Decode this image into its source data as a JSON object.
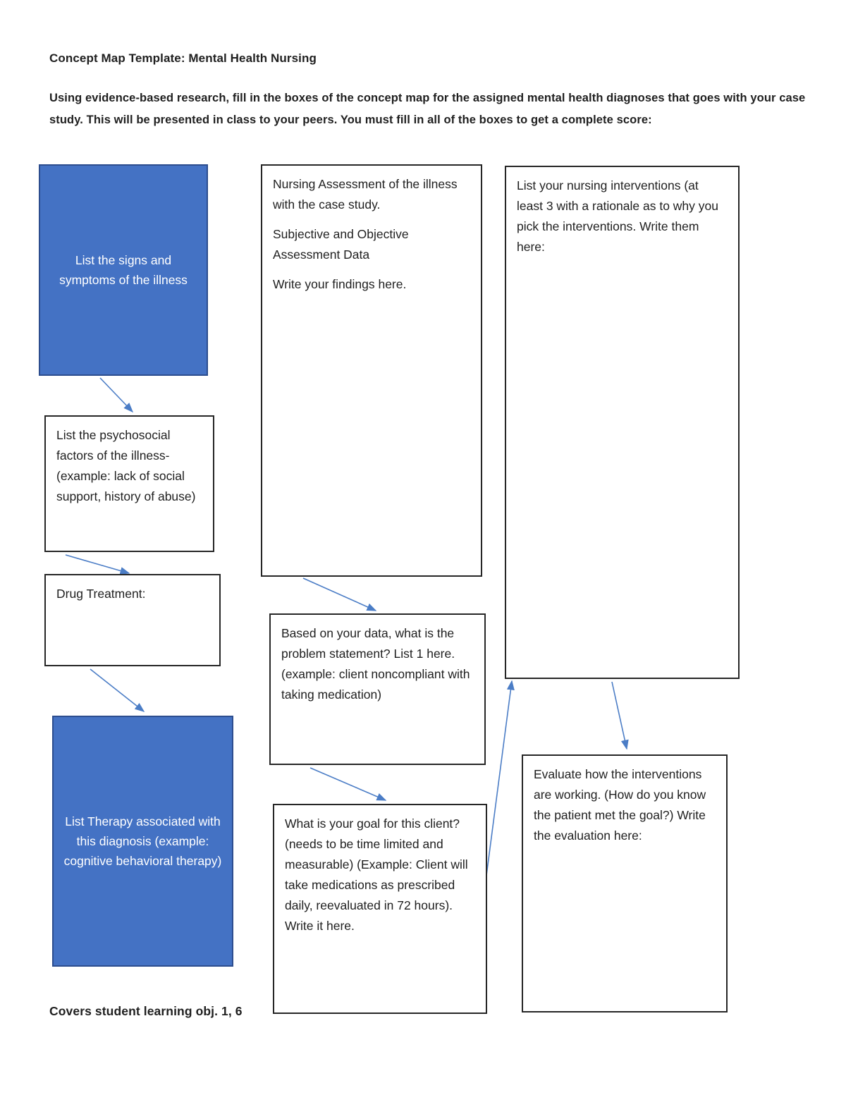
{
  "page": {
    "title": "Concept Map Template: Mental Health Nursing",
    "intro": "Using evidence-based research, fill in the boxes of the concept map for the assigned mental health diagnoses that goes with your case study. This will be presented in class to your peers. You must fill in all of the boxes to get a complete score:",
    "footer": "Covers student learning obj. 1, 6"
  },
  "colors": {
    "blue_box_fill": "#4472C4",
    "blue_box_border": "#2C4D8E",
    "white_box_border": "#262626",
    "arrow_blue": "#4B7DC6",
    "text_dark": "#1F1F1F",
    "text_light": "#FFFFFF"
  },
  "boxes": {
    "signs": {
      "text": "List the signs and symptoms of the illness"
    },
    "assessment": {
      "p1": "Nursing Assessment of the illness with the case study.",
      "p2": "Subjective and Objective Assessment Data",
      "p3": "Write your findings here."
    },
    "interventions": {
      "text": "List your nursing interventions (at least 3 with a rationale as to why you pick the interventions. Write them here:"
    },
    "psychosocial": {
      "text": "List the psychosocial factors of the illness- (example: lack of social support, history of abuse)"
    },
    "drug": {
      "text": "Drug Treatment:"
    },
    "therapy": {
      "text": "List Therapy associated with this diagnosis (example: cognitive behavioral therapy)"
    },
    "problem": {
      "text": "Based on your data, what is the problem statement? List 1 here. (example: client noncompliant with taking medication)"
    },
    "goal": {
      "text": "What is your goal for this client? (needs to be time limited and measurable) (Example: Client will take medications as prescribed daily, reevaluated in 72 hours). Write it here."
    },
    "evaluate": {
      "text": "Evaluate how the interventions are working. (How do you know the patient met the goal?) Write the evaluation here:"
    }
  },
  "connectors": [
    {
      "from": "signs",
      "to": "psychosocial"
    },
    {
      "from": "psychosocial",
      "to": "drug"
    },
    {
      "from": "drug",
      "to": "therapy"
    },
    {
      "from": "assessment",
      "to": "problem"
    },
    {
      "from": "problem",
      "to": "goal"
    },
    {
      "from": "goal",
      "to": "interventions"
    },
    {
      "from": "interventions",
      "to": "evaluate"
    }
  ]
}
